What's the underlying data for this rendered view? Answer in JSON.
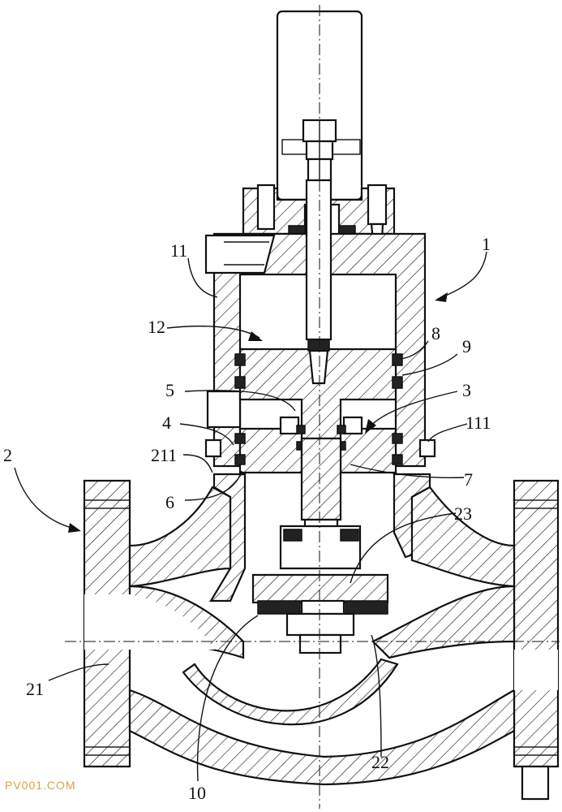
{
  "labels": {
    "l1": "1",
    "l2": "2",
    "l3": "3",
    "l4": "4",
    "l5": "5",
    "l6": "6",
    "l7": "7",
    "l8": "8",
    "l9": "9",
    "l10": "10",
    "l11": "11",
    "l12": "12",
    "l21": "21",
    "l22": "22",
    "l23": "23",
    "l111": "111",
    "l211": "211"
  },
  "watermark": "PV001.COM"
}
